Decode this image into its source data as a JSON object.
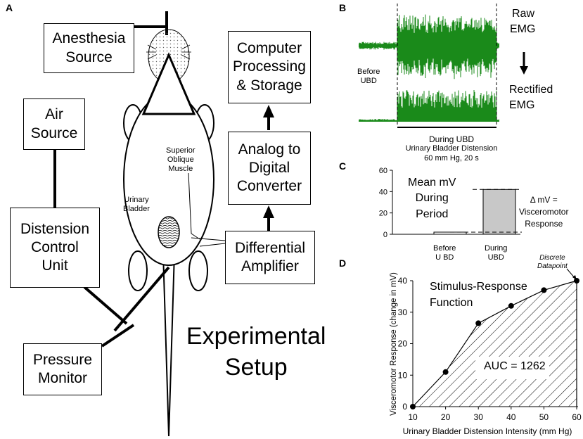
{
  "panels": {
    "a": "A",
    "b": "B",
    "c": "C",
    "d": "D"
  },
  "setup": {
    "anesthesia": [
      "Anesthesia",
      "Source"
    ],
    "air": [
      "Air",
      "Source"
    ],
    "distension": [
      "Distension",
      "Control",
      "Unit"
    ],
    "pressure": [
      "Pressure",
      "Monitor"
    ],
    "computer": [
      "Computer",
      "Processing",
      "& Storage"
    ],
    "adc": [
      "Analog to",
      "Digital",
      "Converter"
    ],
    "amp": [
      "Differential",
      "Amplifier"
    ],
    "muscle": [
      "Superior",
      "Oblique",
      "Muscle"
    ],
    "bladder": [
      "Urinary",
      "Bladder"
    ],
    "title": [
      "Experimental",
      "Setup"
    ]
  },
  "emg": {
    "raw": [
      "Raw",
      "EMG"
    ],
    "rectified": [
      "Rectified",
      "EMG"
    ],
    "before": [
      "Before",
      "UBD"
    ],
    "during": [
      "During UBD",
      "Urinary Bladder Distension",
      "60 mm Hg, 20 s"
    ]
  },
  "panel_c": {
    "mean": [
      "Mean mV",
      "During",
      "Period"
    ],
    "delta": [
      "Δ mV =",
      "Visceromotor",
      "Response"
    ],
    "cats": [
      [
        "Before",
        "U BD"
      ],
      [
        "During",
        "UBD"
      ]
    ]
  },
  "panel_d": {
    "function_label": [
      "Stimulus-Response",
      "Function"
    ],
    "auc": "AUC = 1262",
    "discrete": [
      "Discrete",
      "Datapoint"
    ]
  },
  "chart_data": [
    {
      "type": "bar",
      "categories": [
        "Before U BD",
        "During UBD"
      ],
      "values": [
        2,
        42
      ],
      "colors": [
        "#ffffff",
        "#c8c8c8"
      ],
      "ylim": [
        0,
        60
      ],
      "yticks": [
        0,
        20,
        40,
        60
      ],
      "grid": false
    },
    {
      "type": "line",
      "x": [
        10,
        20,
        30,
        40,
        50,
        60
      ],
      "y": [
        0,
        11,
        26.5,
        32,
        37,
        40
      ],
      "xticks": [
        10,
        20,
        30,
        40,
        50,
        60
      ],
      "yticks": [
        0,
        10,
        20,
        30,
        40
      ],
      "xlim": [
        10,
        60
      ],
      "ylim": [
        0,
        40
      ],
      "xlabel": "Urinary Bladder Distension Intensity (mm Hg)",
      "ylabel": "Visceromotor Response (change in mV)",
      "fill": "hatched area under curve",
      "grid": false
    }
  ]
}
